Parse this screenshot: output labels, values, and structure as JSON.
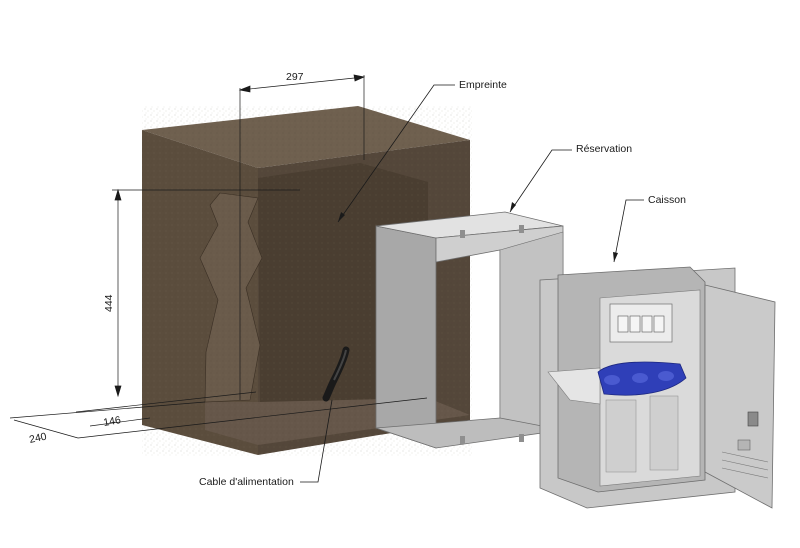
{
  "labels": {
    "empreinte": "Empreinte",
    "reservation": "Réservation",
    "caisson": "Caisson",
    "cable": "Cable d'alimentation"
  },
  "dimensions": {
    "width_top": "297",
    "height_left": "444",
    "depth_inner": "146",
    "depth_outer": "240"
  },
  "colors": {
    "wall_front": "#5e5040",
    "wall_top": "#6f604f",
    "wall_side": "#4f4233",
    "metal": "#d4d4d4",
    "metal_dark": "#b3b3b3",
    "breaker_blue": "#2f3fb8"
  }
}
